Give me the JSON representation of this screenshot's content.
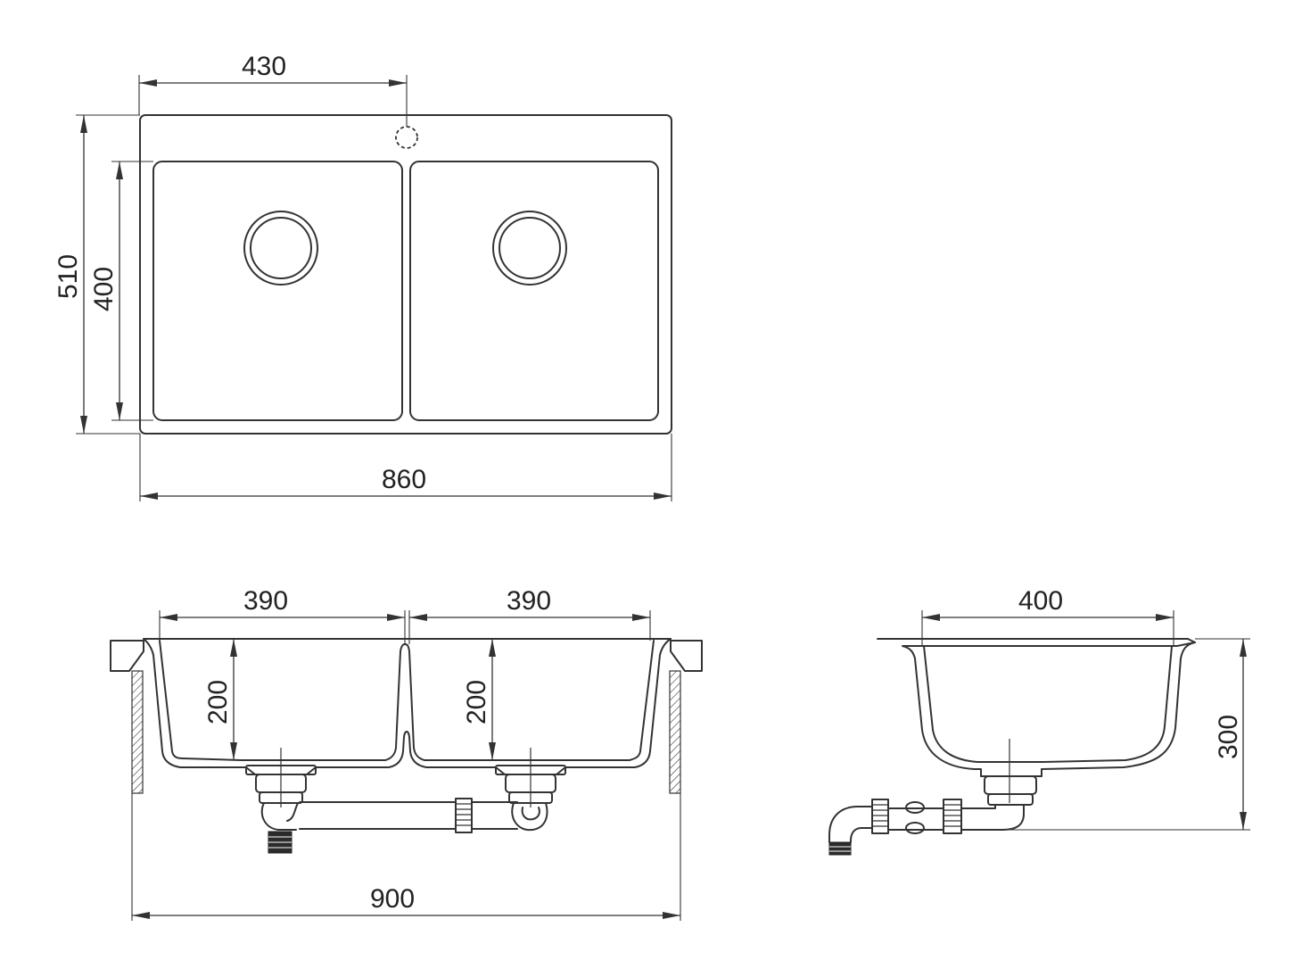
{
  "dimensions": {
    "top_faucet_offset": "430",
    "top_total_depth": "510",
    "top_bowl_depth": "400",
    "top_total_width": "860",
    "front_left_bowl_width": "390",
    "front_right_bowl_width": "390",
    "front_left_bowl_depth": "200",
    "front_right_bowl_depth": "200",
    "front_total_width": "900",
    "side_bowl_width": "400",
    "side_total_height": "300"
  },
  "colors": {
    "line": "#333333",
    "background": "#ffffff"
  }
}
